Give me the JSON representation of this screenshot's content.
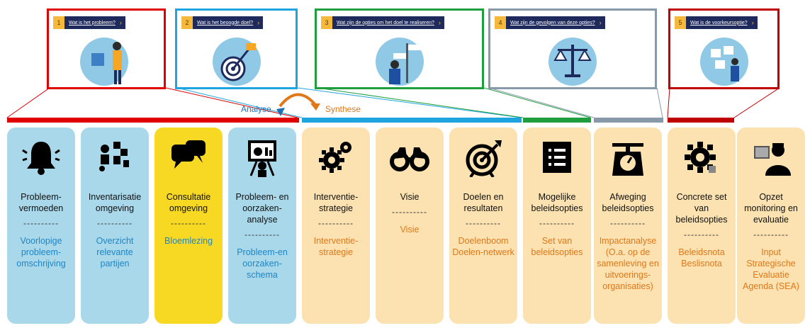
{
  "thumbnails": [
    {
      "num": "1",
      "question": "Wat is het probleem?",
      "border": "#e00000"
    },
    {
      "num": "2",
      "question": "Wat is het beoogde doel?",
      "border": "#1ea5e0"
    },
    {
      "num": "3",
      "question": "Wat zijn de opties om het doel te realiseren?",
      "border": "#1e9e3c"
    },
    {
      "num": "4",
      "question": "Wat zijn de gevolgen van deze opties?",
      "border": "#8899aa"
    },
    {
      "num": "5",
      "question": "Wat is de voorkeursoptie?",
      "border": "#c00000"
    }
  ],
  "phases": {
    "analyse": "Analyse",
    "synthese": "Synthese"
  },
  "divider": "----------",
  "cards": [
    {
      "title": "Probleem-vermoeden",
      "output": "Voorlopige probleem-omschrijving",
      "icon": "bell-icon",
      "bg": "#a9d8ea",
      "tone": "blue"
    },
    {
      "title": "Inventarisatie omgeving",
      "output": "Overzicht relevante partijen",
      "icon": "people-icon",
      "bg": "#a9d8ea",
      "tone": "blue"
    },
    {
      "title": "Consultatie omgeving",
      "output": "Bloemlezing",
      "icon": "speech-bubbles-icon",
      "bg": "#f7d923",
      "tone": "blue"
    },
    {
      "title": "Probleem- en oorzaken-analyse",
      "output": "Probleem-en oorzaken-schema",
      "icon": "presentation-easel-icon",
      "bg": "#a9d8ea",
      "tone": "blue"
    },
    {
      "title": "Interventie-strategie",
      "output": "Interventie-strategie",
      "icon": "gears-icon",
      "bg": "#fbe2b0",
      "tone": "orange"
    },
    {
      "title": "Visie",
      "output": "Visie",
      "icon": "binoculars-icon",
      "bg": "#fbe2b0",
      "tone": "orange"
    },
    {
      "title": "Doelen en resultaten",
      "output": "Doelenboom Doelen-netwerk",
      "icon": "target-icon",
      "bg": "#fbe2b0",
      "tone": "orange"
    },
    {
      "title": "Mogelijke beleidsopties",
      "output": "Set van beleidsopties",
      "icon": "list-icon",
      "bg": "#fbe2b0",
      "tone": "orange"
    },
    {
      "title": "Afweging beleidsopties",
      "output": "Impactanalyse (O.a. op de samenleving en uitvoerings-organisaties)",
      "icon": "scale-icon",
      "bg": "#fbe2b0",
      "tone": "orange"
    },
    {
      "title": "Concrete set van beleidsopties",
      "output": "Beleidsnota Beslisnota",
      "icon": "gear-icon",
      "bg": "#fbe2b0",
      "tone": "orange"
    },
    {
      "title": "Opzet monitoring en evaluatie",
      "output": "Input Strategische Evaluatie Agenda (SEA)",
      "icon": "monitoring-person-icon",
      "bg": "#fbe2b0",
      "tone": "orange"
    }
  ],
  "colors": {
    "red": "#e00000",
    "blue": "#1ea5e0",
    "green": "#1e9e3c",
    "grey": "#8899aa",
    "darkred": "#c00000",
    "analyse": "#1c6fb3",
    "synthese": "#e0781a"
  }
}
